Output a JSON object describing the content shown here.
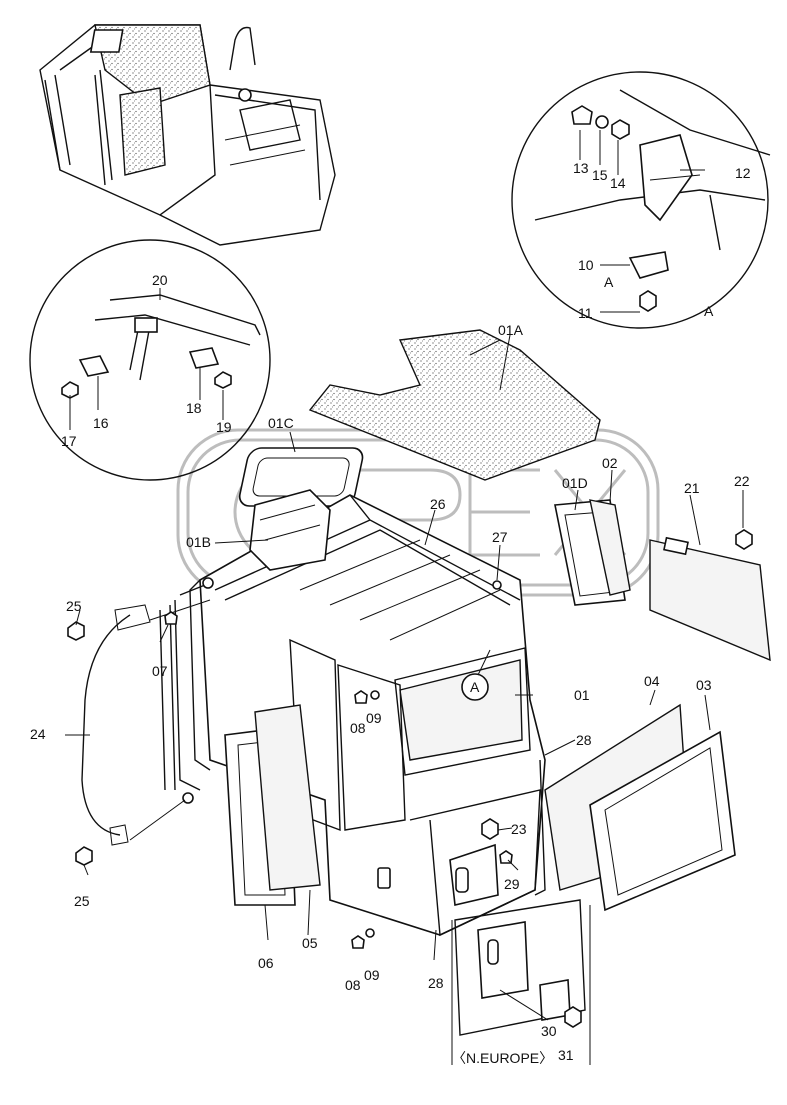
{
  "callouts": [
    {
      "id": "c01A",
      "text": "01A"
    },
    {
      "id": "c01B",
      "text": "01B"
    },
    {
      "id": "c01C",
      "text": "01C"
    },
    {
      "id": "c01D",
      "text": "01D"
    },
    {
      "id": "c01",
      "text": "01"
    },
    {
      "id": "c02",
      "text": "02"
    },
    {
      "id": "c03",
      "text": "03"
    },
    {
      "id": "c04",
      "text": "04"
    },
    {
      "id": "c05",
      "text": "05"
    },
    {
      "id": "c06",
      "text": "06"
    },
    {
      "id": "c07",
      "text": "07"
    },
    {
      "id": "c08a",
      "text": "08"
    },
    {
      "id": "c09a",
      "text": "09"
    },
    {
      "id": "c08b",
      "text": "08"
    },
    {
      "id": "c09b",
      "text": "09"
    },
    {
      "id": "c10",
      "text": "10"
    },
    {
      "id": "c11",
      "text": "11"
    },
    {
      "id": "c12",
      "text": "12"
    },
    {
      "id": "c13",
      "text": "13"
    },
    {
      "id": "c14",
      "text": "14"
    },
    {
      "id": "c15",
      "text": "15"
    },
    {
      "id": "c16",
      "text": "16"
    },
    {
      "id": "c17",
      "text": "17"
    },
    {
      "id": "c18",
      "text": "18"
    },
    {
      "id": "c19",
      "text": "19"
    },
    {
      "id": "c20",
      "text": "20"
    },
    {
      "id": "c21",
      "text": "21"
    },
    {
      "id": "c22",
      "text": "22"
    },
    {
      "id": "c23",
      "text": "23"
    },
    {
      "id": "c24",
      "text": "24"
    },
    {
      "id": "c25a",
      "text": "25"
    },
    {
      "id": "c25b",
      "text": "25"
    },
    {
      "id": "c26",
      "text": "26"
    },
    {
      "id": "c27",
      "text": "27"
    },
    {
      "id": "c28a",
      "text": "28"
    },
    {
      "id": "c28b",
      "text": "28"
    },
    {
      "id": "c29",
      "text": "29"
    },
    {
      "id": "c30",
      "text": "30"
    },
    {
      "id": "c31",
      "text": "31"
    }
  ],
  "detail_marks": {
    "view_a_1": "A",
    "view_a_2": "A",
    "view_a_circle": "A"
  },
  "variant_note": "〈N.EUROPE〉",
  "watermark": "OPEX"
}
